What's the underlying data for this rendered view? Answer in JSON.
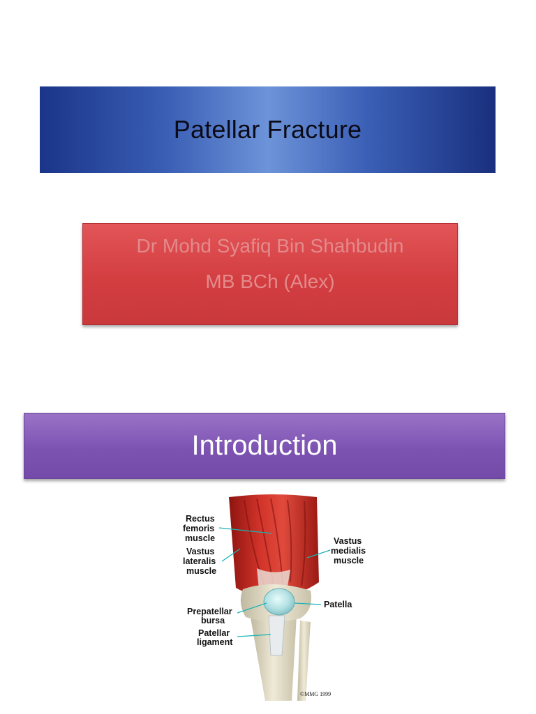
{
  "title_slide": {
    "title": "Patellar Fracture",
    "author": "Dr Mohd Syafiq Bin Shahbudin",
    "credentials": "MB BCh (Alex)"
  },
  "intro_slide": {
    "heading": "Introduction",
    "figure": {
      "labels": {
        "rectus_1": "Rectus",
        "rectus_2": "femoris",
        "rectus_3": "muscle",
        "vlat_1": "Vastus",
        "vlat_2": "lateralis",
        "vlat_3": "muscle",
        "vmed_1": "Vastus",
        "vmed_2": "medialis",
        "vmed_3": "muscle",
        "patella": "Patella",
        "bursa_1": "Prepatellar",
        "bursa_2": "bursa",
        "lig_1": "Patellar",
        "lig_2": "ligament"
      },
      "copyright": "©MMG 1999"
    }
  },
  "colors": {
    "title_banner": "#3a5fb5",
    "author_box": "#d33e41",
    "intro_banner": "#7d53b2",
    "leader_lines": "#18b3b3"
  }
}
